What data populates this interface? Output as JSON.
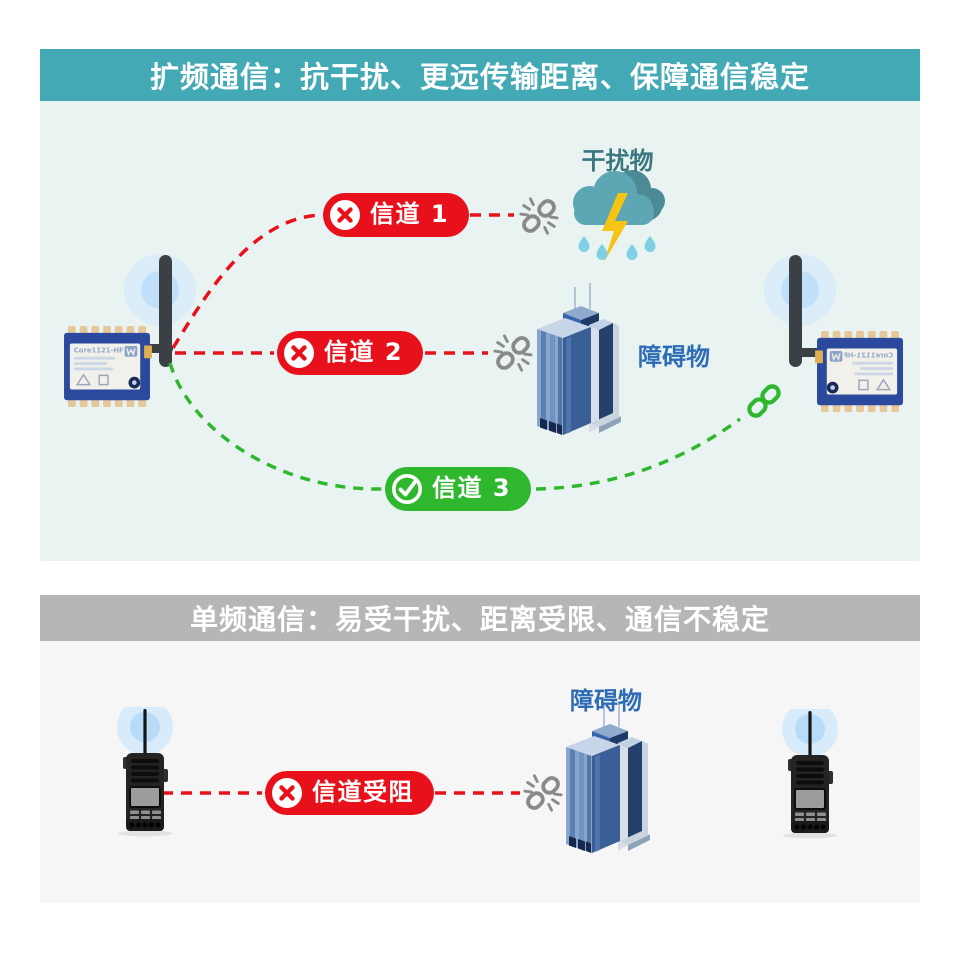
{
  "colors": {
    "header_top_bg": "#43A9B4",
    "header_bottom_bg": "#B5B6B6",
    "panel_top_bg": "#E9F4F2",
    "panel_bottom_bg": "#F6F6F6",
    "blocked_red": "#E8101A",
    "ok_green": "#2FB72D",
    "obstacle_label_blue": "#2E6CB5",
    "interference_label_teal": "#3A7780"
  },
  "top_panel": {
    "header": "扩频通信：抗干扰、更远传输距离、保障通信稳定",
    "interference_label": "干扰物",
    "obstacle_label": "障碍物",
    "module_name": "Core1121-HF",
    "channels": [
      {
        "label": "信道 1",
        "status": "blocked"
      },
      {
        "label": "信道 2",
        "status": "blocked"
      },
      {
        "label": "信道 3",
        "status": "ok"
      }
    ]
  },
  "bottom_panel": {
    "header": "单频通信：易受干扰、距离受限、通信不稳定",
    "obstacle_label": "障碍物",
    "channel": {
      "label": "信道受阻",
      "status": "blocked"
    }
  }
}
